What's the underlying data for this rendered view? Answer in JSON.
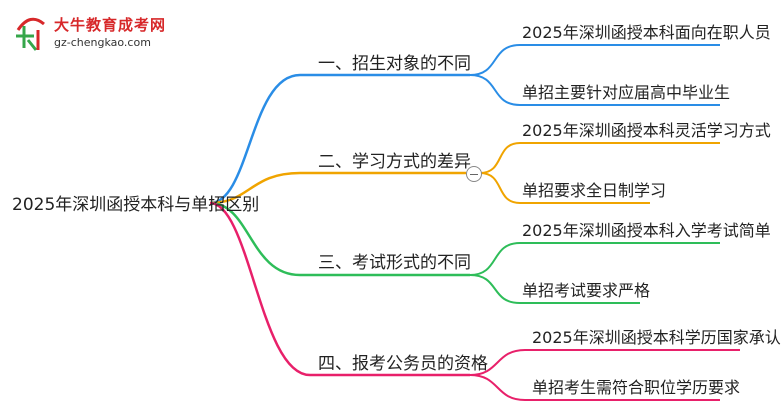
{
  "logo": {
    "name": "大牛教育成考网",
    "url": "gz-chengkao.com",
    "colors": {
      "red": "#d7282a",
      "green": "#35a64a"
    }
  },
  "root": {
    "label": "2025年深圳函授本科与单招区别"
  },
  "branches": [
    {
      "label": "一、招生对象的不同",
      "color": "#2a8de6",
      "children": [
        "2025年深圳函授本科面向在职人员",
        "单招主要针对应届高中毕业生"
      ]
    },
    {
      "label": "二、学习方式的差异",
      "color": "#f0a400",
      "children": [
        "2025年深圳函授本科灵活学习方式",
        "单招要求全日制学习"
      ]
    },
    {
      "label": "三、考试形式的不同",
      "color": "#2ebd59",
      "children": [
        "2025年深圳函授本科入学考试简单",
        "单招考试要求严格"
      ]
    },
    {
      "label": "四、报考公务员的资格",
      "color": "#e8206a",
      "children": [
        "2025年深圳函授本科学历国家承认",
        "单招考生需符合职位学历要求"
      ]
    }
  ]
}
